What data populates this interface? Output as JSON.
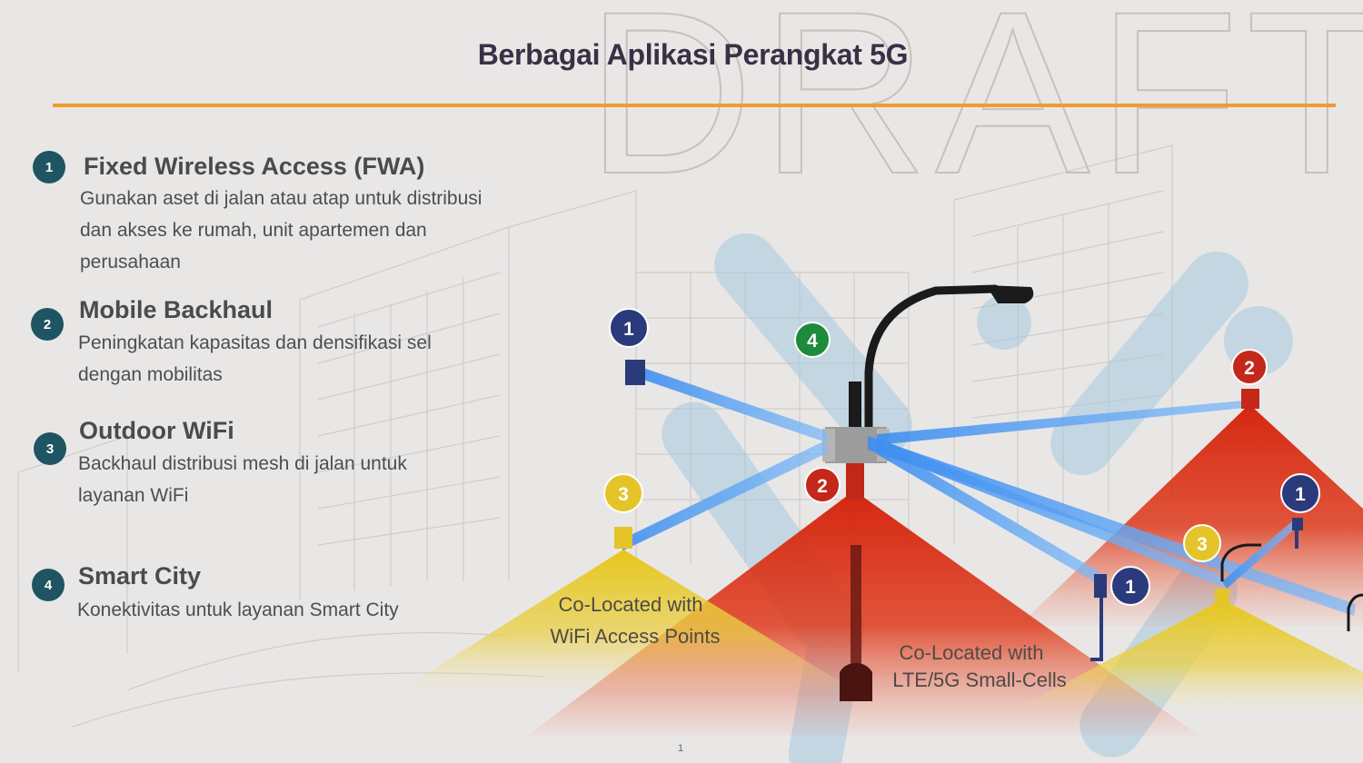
{
  "title": "Berbagai Aplikasi Perangkat 5G",
  "watermark": "DRAFT",
  "items": [
    {
      "number": "1",
      "title": "Fixed Wireless Access (FWA)",
      "desc_lines": [
        "Gunakan aset di jalan atau atap untuk distribusi",
        "dan akses ke rumah, unit apartemen dan",
        "perusahaan"
      ]
    },
    {
      "number": "2",
      "title": "Mobile Backhaul",
      "desc_lines": [
        "Peningkatan kapasitas dan densifikasi sel",
        "dengan mobilitas"
      ]
    },
    {
      "number": "3",
      "title": "Outdoor WiFi",
      "desc_lines": [
        "Backhaul distribusi mesh di jalan untuk",
        "layanan WiFi"
      ]
    },
    {
      "number": "4",
      "title": "Smart City",
      "desc_lines": [
        "Konektivitas untuk layanan Smart City"
      ]
    }
  ],
  "diagram": {
    "label_wifi": [
      "Co-Located with",
      "WiFi Access Points"
    ],
    "label_lte": [
      "Co-Located with",
      "LTE/5G Small-Cells"
    ],
    "markers": [
      {
        "id": "fwa-top-left",
        "number": "1",
        "color": "#2b3a7a"
      },
      {
        "id": "smartcity",
        "number": "4",
        "color": "#1e8a3c"
      },
      {
        "id": "backhaul-right",
        "number": "2",
        "color": "#c4281a"
      },
      {
        "id": "backhaul-center",
        "number": "2",
        "color": "#c4281a"
      },
      {
        "id": "wifi-left",
        "number": "3",
        "color": "#e4c428"
      },
      {
        "id": "wifi-right",
        "number": "3",
        "color": "#e4c428"
      },
      {
        "id": "fwa-right-high",
        "number": "1",
        "color": "#2b3a7a"
      },
      {
        "id": "fwa-right-low",
        "number": "1",
        "color": "#2b3a7a"
      }
    ]
  },
  "colors": {
    "accent_rule": "#f39a2b",
    "badge": "#1f5563",
    "fwa_blue": "#2b3a7a",
    "backhaul_red": "#c4281a",
    "wifi_yellow": "#e4c428",
    "smartcity_green": "#1e8a3c",
    "beam_blue": "#4a9ff0"
  },
  "page_number": "1"
}
